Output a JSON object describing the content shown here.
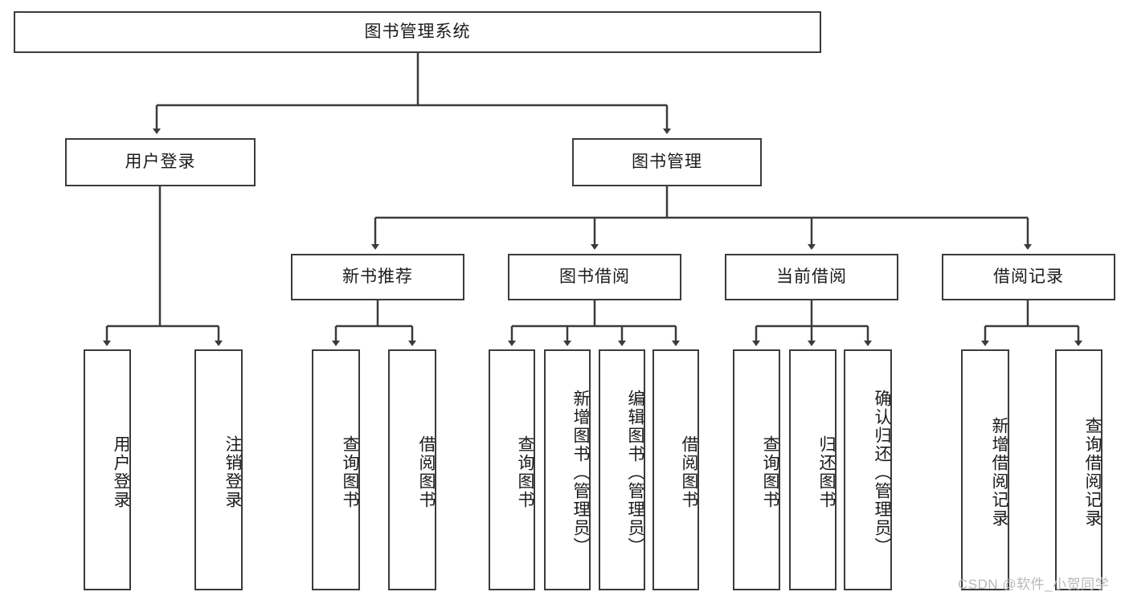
{
  "diagram": {
    "title": "图书管理系统",
    "type": "tree-hierarchy",
    "watermark": "CSDN @软件_小贺同学",
    "root": {
      "label": "图书管理系统"
    },
    "level2": [
      {
        "label": "用户登录"
      },
      {
        "label": "图书管理"
      }
    ],
    "level3": [
      {
        "label": "新书推荐"
      },
      {
        "label": "图书借阅"
      },
      {
        "label": "当前借阅"
      },
      {
        "label": "借阅记录"
      }
    ],
    "leaves": {
      "user_login": [
        {
          "label": "用户登录"
        },
        {
          "label": "注销登录"
        }
      ],
      "new_book_recommend": [
        {
          "label": "查询图书"
        },
        {
          "label": "借阅图书"
        }
      ],
      "book_borrow": [
        {
          "label": "查询图书"
        },
        {
          "label": "新增图书（管理员）"
        },
        {
          "label": "编辑图书（管理员）"
        },
        {
          "label": "借阅图书"
        }
      ],
      "current_borrow": [
        {
          "label": "查询图书"
        },
        {
          "label": "归还图书"
        },
        {
          "label": "确认归还（管理员）"
        }
      ],
      "borrow_record": [
        {
          "label": "新增借阅记录"
        },
        {
          "label": "查询借阅记录"
        }
      ]
    }
  },
  "colors": {
    "stroke": "#3b3b3b",
    "fill": "#ffffff",
    "text": "#1b1b1b",
    "watermark": "#b9b9b9"
  }
}
